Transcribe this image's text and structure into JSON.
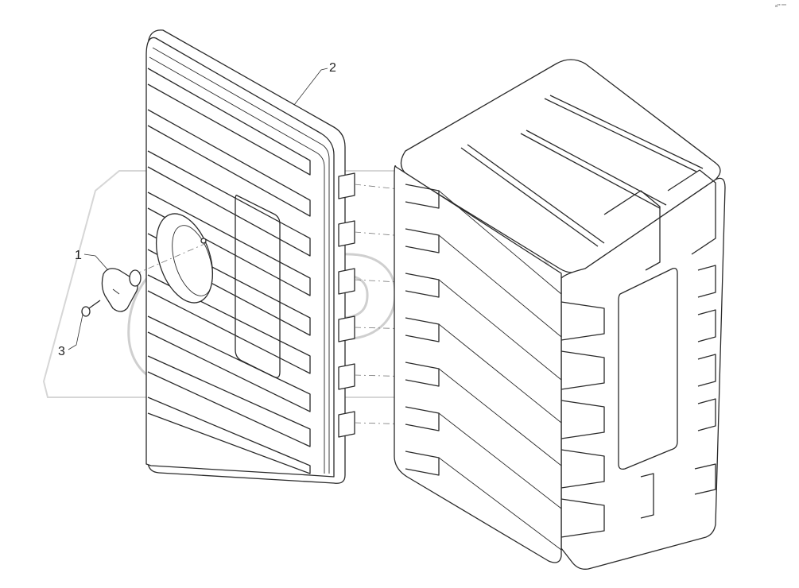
{
  "corner_code": "a** ***",
  "watermark": {
    "text": "OPEX",
    "color": "#cfcfcf"
  },
  "callouts": [
    {
      "id": "1",
      "label": "1"
    },
    {
      "id": "2",
      "label": "2"
    },
    {
      "id": "3",
      "label": "3"
    }
  ],
  "colors": {
    "line": "#2a2a2a",
    "background": "#ffffff"
  }
}
